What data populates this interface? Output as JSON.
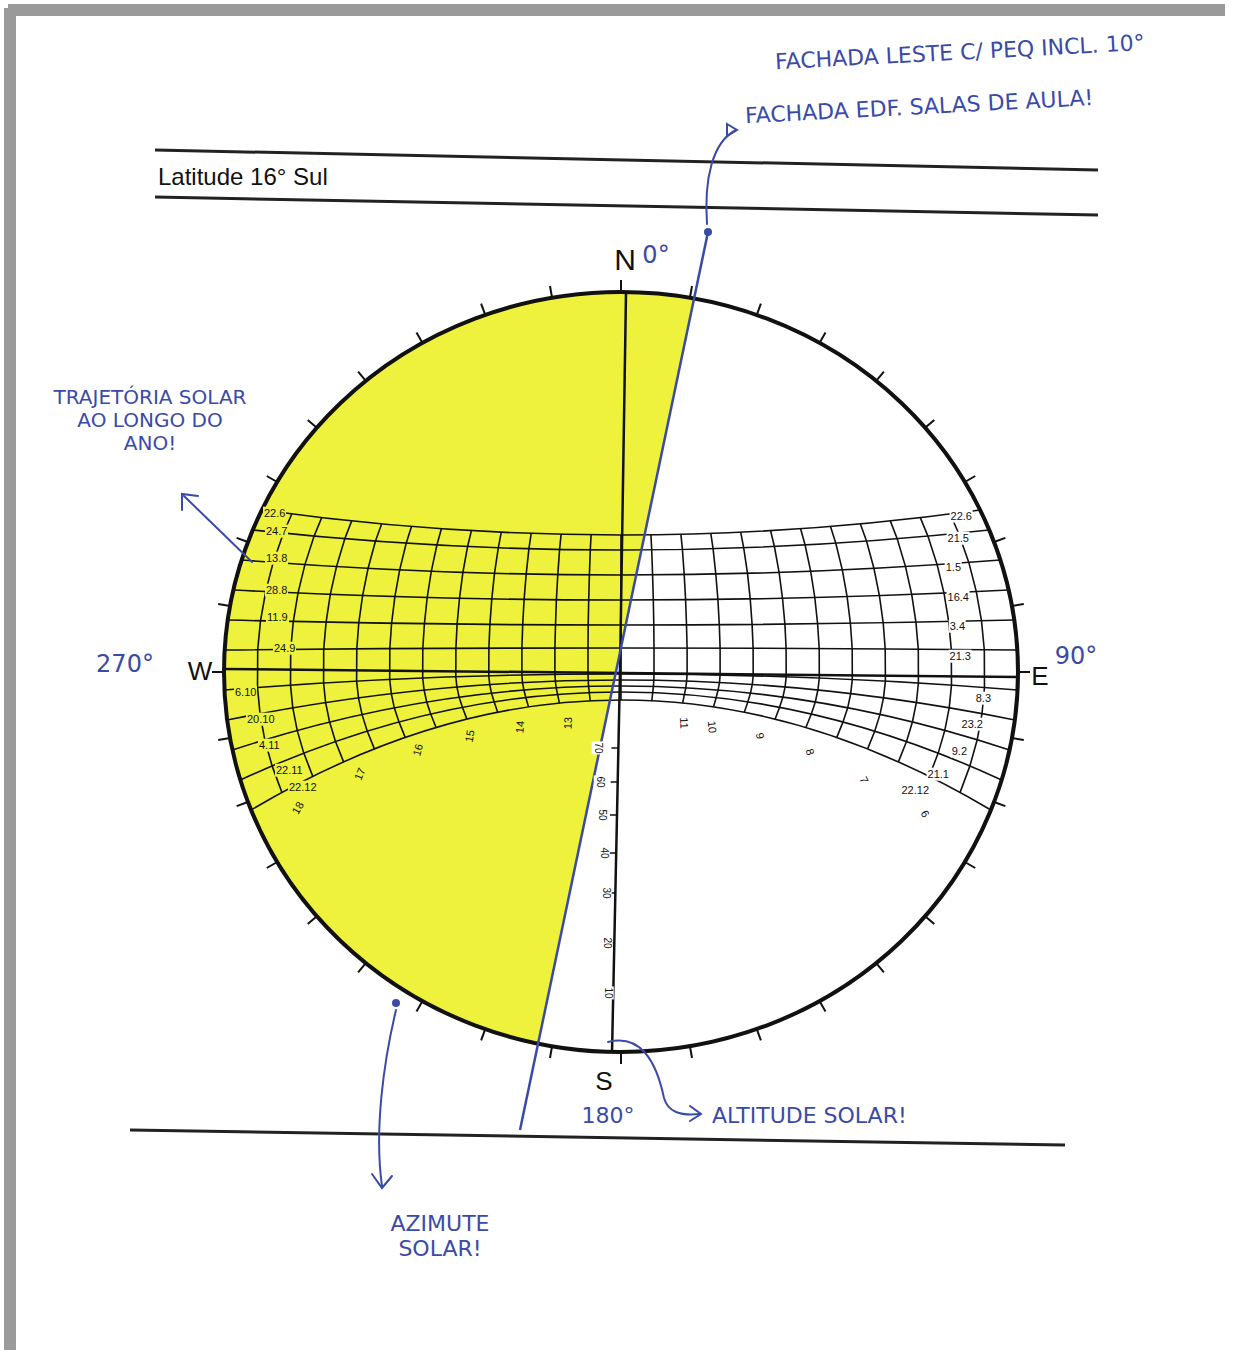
{
  "diagram": {
    "title": "Latitude 16° Sul",
    "labels": [
      "FACHADA LESTE C/ PEQ INCL. 10°",
      "FACHADA EDF. SALAS DE AULA!",
      "N",
      "0°",
      "TRAJETÓRIA SOLAR AO LONGO DO ANO!",
      "270°",
      "W",
      "E",
      "90°",
      "S",
      "180°",
      "ALTITUDE SOLAR!",
      "AZIMUTE SOLAR!",
      "22.6",
      "24.7",
      "13.8",
      "28.8",
      "11.9",
      "24.9",
      "6.10",
      "20.10",
      "4.11",
      "22.11",
      "22.12",
      "22.6",
      "21.5",
      "1.5",
      "16.4",
      "3.4",
      "21.3",
      "8.3",
      "23.2",
      "9.2",
      "21.1",
      "22.12",
      "18",
      "17",
      "16",
      "15",
      "14",
      "13",
      "11",
      "10",
      "9",
      "8",
      "7",
      "6",
      "70",
      "60",
      "50",
      "40",
      "30",
      "20",
      "10"
    ]
  }
}
